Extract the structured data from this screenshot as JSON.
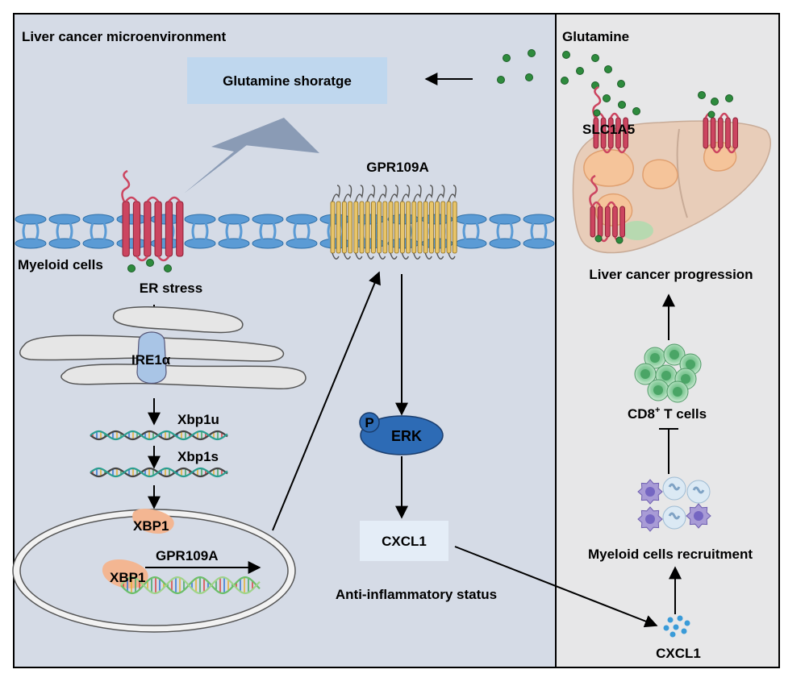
{
  "panels": {
    "left_title": "Liver cancer microenvironment",
    "right_title": "Glutamine"
  },
  "labels": {
    "glutamine_shortage": "Glutamine shoratge",
    "gpr109a_receptor": "GPR109A",
    "myeloid_cells": "Myeloid cells",
    "er_stress": "ER stress",
    "ire1a": "IRE1α",
    "xbp1u": "Xbp1u",
    "xbp1s": "Xbp1s",
    "xbp1_protein": "XBP1",
    "xbp1_nucleus": "XBP1",
    "gpr109a_gene": "GPR109A",
    "p_badge": "P",
    "erk": "ERK",
    "cxcl1_box": "CXCL1",
    "anti_inflammatory": "Anti-inflammatory status",
    "slc1a5": "SLC1A5",
    "liver_cancer_progression": "Liver cancer progression",
    "cd8_t_cells": "CD8",
    "cd8_superscript": "+",
    "cd8_suffix": " T cells",
    "myeloid_recruitment": "Myeloid cells recruitment",
    "cxcl1_bottom": "CXCL1"
  },
  "colors": {
    "left_panel_bg": "#d5dbe6",
    "right_panel_bg": "#e7e7e8",
    "membrane_blue": "#5b9bd5",
    "receptor_red": "#cc4560",
    "receptor_yellow": "#e8c56a",
    "glutamine_green": "#2e8b3d",
    "erk_blue": "#2d6bb5",
    "shortage_box": "#bfd7ee",
    "cxcl1_box": "#e4edf7",
    "tumor_orange": "#f5c49a",
    "liver_tan": "#e8cdb9",
    "cd8_green": "#7fc592",
    "myeloid_purple": "#a89bd6",
    "xbp1_peach": "#f3b692"
  }
}
